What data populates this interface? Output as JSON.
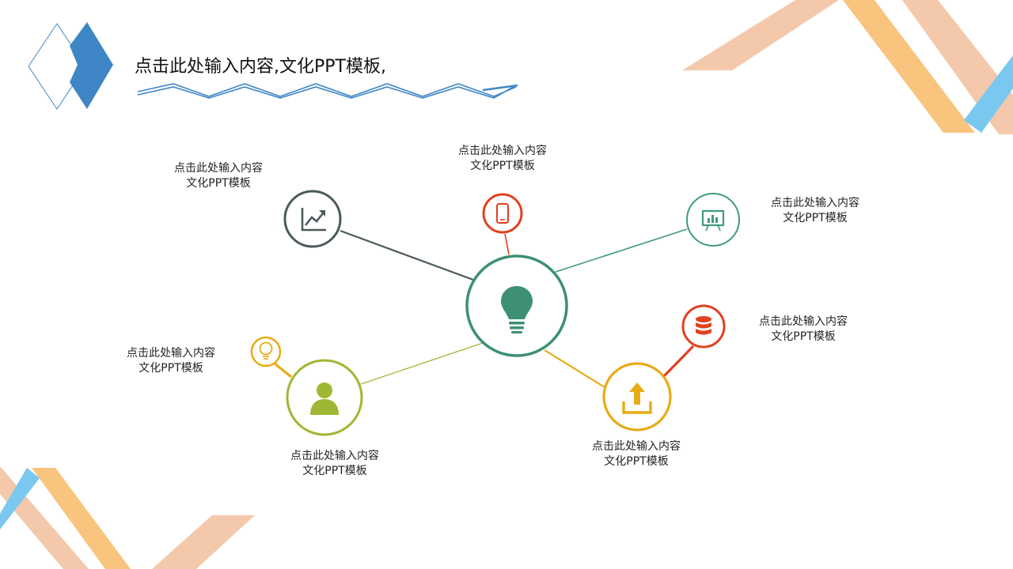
{
  "slide": {
    "title": "点击此处输入内容,文化PPT模板,"
  },
  "colors": {
    "center": "#3d8f76",
    "dark_gray": "#4b5a5c",
    "red": "#e2401f",
    "teal": "#3f9a7c",
    "orange_red": "#e2401f",
    "gold": "#e7ab14",
    "olive": "#9fb833",
    "brand_blue": "#3f86c6",
    "peach": "#f4c8aa",
    "orange": "#f9c47e",
    "sky": "#7ac8ef"
  },
  "center": {
    "icon": "lightbulb-icon"
  },
  "nodes": [
    {
      "id": "chart",
      "icon": "trend-chart-icon",
      "line1": "点击此处输入内容",
      "line2": "文化PPT模板"
    },
    {
      "id": "phone",
      "icon": "smartphone-icon",
      "line1": "点击此处输入内容",
      "line2": "文化PPT模板"
    },
    {
      "id": "board",
      "icon": "presentation-board-icon",
      "line1": "点击此处输入内容",
      "line2": "文化PPT模板"
    },
    {
      "id": "database",
      "icon": "database-icon",
      "line1": "点击此处输入内容",
      "line2": "文化PPT模板"
    },
    {
      "id": "upload",
      "icon": "upload-icon",
      "line1": "点击此处输入内容",
      "line2": "文化PPT模板"
    },
    {
      "id": "user",
      "icon": "user-icon",
      "line1": "点击此处输入内容",
      "line2": "文化PPT模板"
    },
    {
      "id": "idea",
      "icon": "lightbulb-speech-icon",
      "line1": "点击此处输入内容",
      "line2": "文化PPT模板"
    }
  ]
}
